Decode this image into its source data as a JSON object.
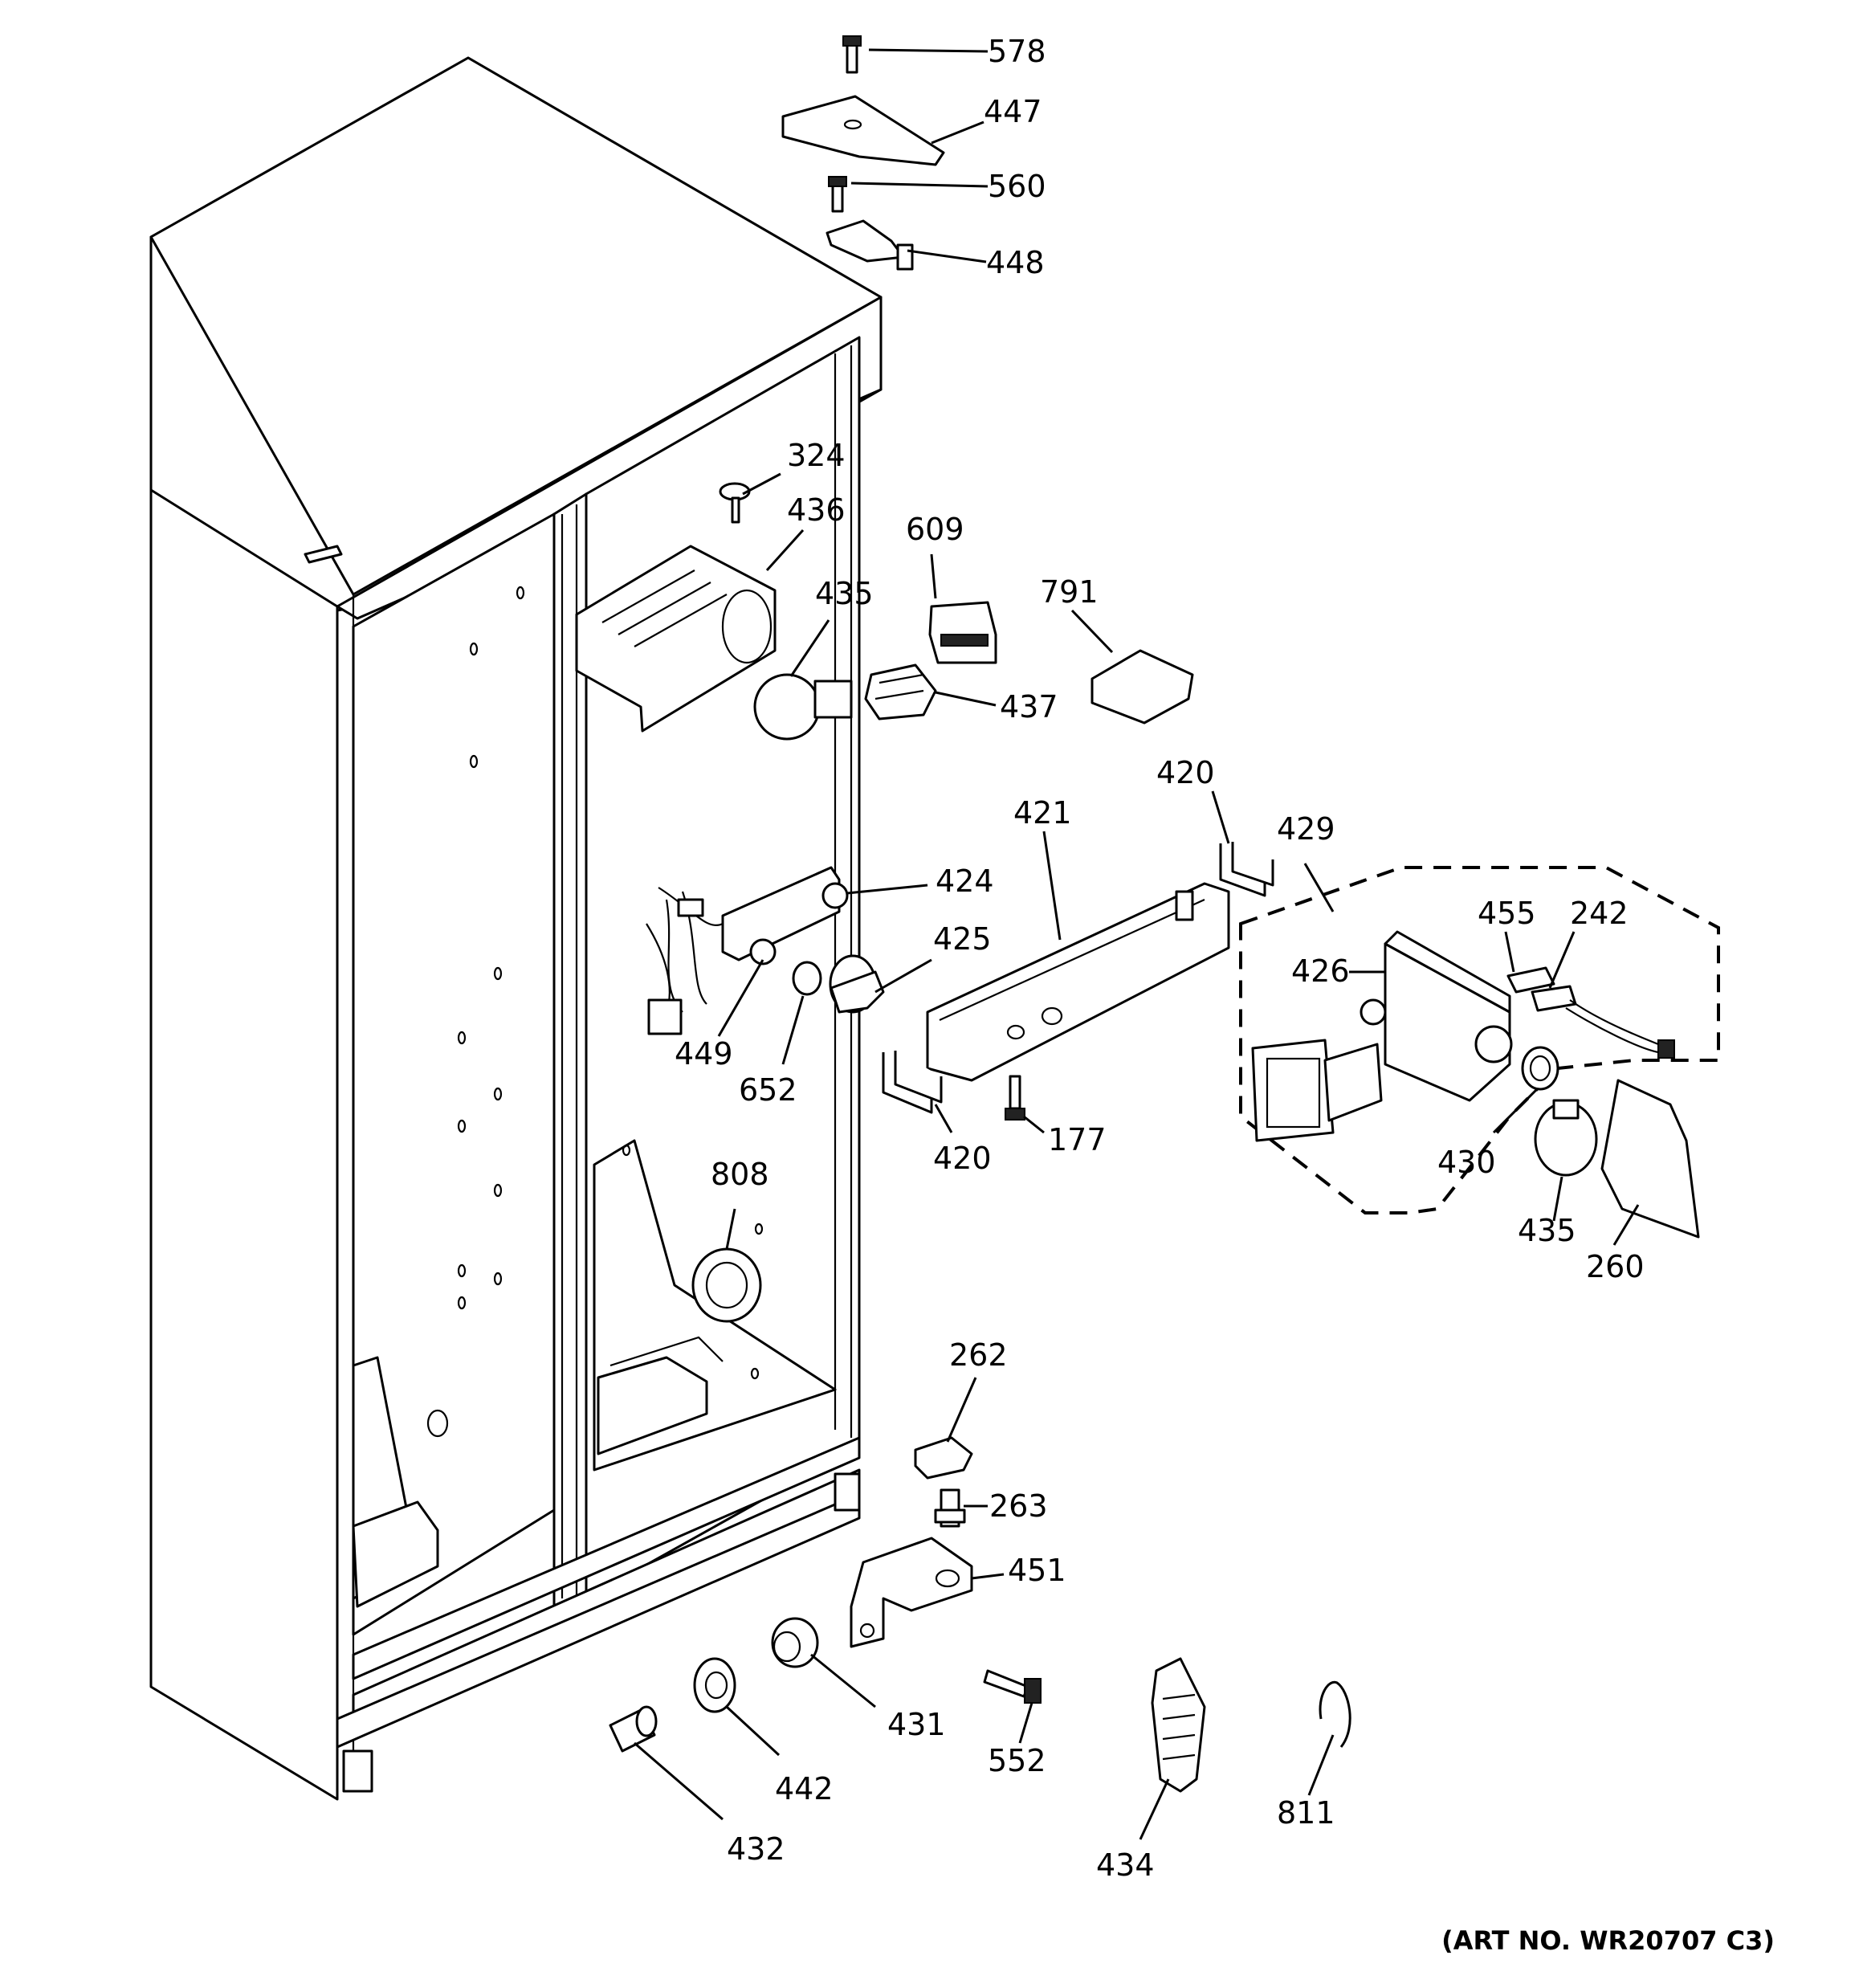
{
  "diagram": {
    "art_number": "(ART NO. WR20707 C3)",
    "callouts": {
      "c578": "578",
      "c447": "447",
      "c560": "560",
      "c448": "448",
      "c324": "324",
      "c436": "436",
      "c609": "609",
      "c435a": "435",
      "c791": "791",
      "c437": "437",
      "c420a": "420",
      "c421": "421",
      "c429": "429",
      "c424": "424",
      "c425": "425",
      "c455": "455",
      "c242": "242",
      "c426": "426",
      "c449": "449",
      "c652": "652",
      "c420b": "420",
      "c177": "177",
      "c430": "430",
      "c435b": "435",
      "c260": "260",
      "c808": "808",
      "c262": "262",
      "c263": "263",
      "c451": "451",
      "c431": "431",
      "c552": "552",
      "c442": "442",
      "c432": "432",
      "c434": "434",
      "c811": "811"
    }
  }
}
